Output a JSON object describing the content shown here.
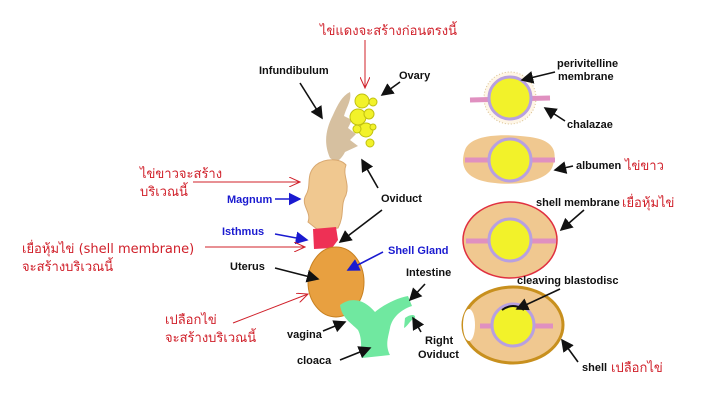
{
  "colors": {
    "annotation_red": "#d0202a",
    "label_blue": "#1a1ad0",
    "yolk": "#f2f22a",
    "albumen": "#f0c890",
    "infundibulum": "#d6c0a0",
    "magnum": "#f0c890",
    "isthmus": "#ee3055",
    "uterus": "#e8a040",
    "cloaca": "#70e8a0",
    "membrane": "#b8a0e0",
    "shell": "#c8901e"
  },
  "oviduct_diagram": {
    "yolk_note": "ไข่แดงจะสร้างก่อนตรงนี้",
    "infundibulum": "Infundibulum",
    "ovary": "Ovary",
    "albumen_note_1": "ไข่ขาวจะสร้าง",
    "albumen_note_2": "บริเวณนี้",
    "magnum": "Magnum",
    "oviduct": "Oviduct",
    "isthmus": "Isthmus",
    "membrane_note_1": "เยื่อหุ้มไข่ (shell membrane)",
    "membrane_note_2": "จะสร้างบริเวณนี้",
    "shell_gland": "Shell Gland",
    "uterus": "Uterus",
    "intestine": "Intestine",
    "shell_note_1": "เปลือกไข่",
    "shell_note_2": "จะสร้างบริเวณนี้",
    "vagina": "vagina",
    "right_oviduct_1": "Right",
    "right_oviduct_2": "Oviduct",
    "cloaca": "cloaca"
  },
  "egg_stages": {
    "perivitelline_1": "perivitelline",
    "perivitelline_2": "membrane",
    "chalazae": "chalazae",
    "albumen": "albumen",
    "albumen_thai": "ไข่ขาว",
    "shell_membrane": "shell membrane",
    "shell_membrane_thai": "เยื่อหุ้มไข่",
    "cleaving_blastodisc": "cleaving blastodisc",
    "shell": "shell",
    "shell_thai": "เปลือกไข่"
  }
}
